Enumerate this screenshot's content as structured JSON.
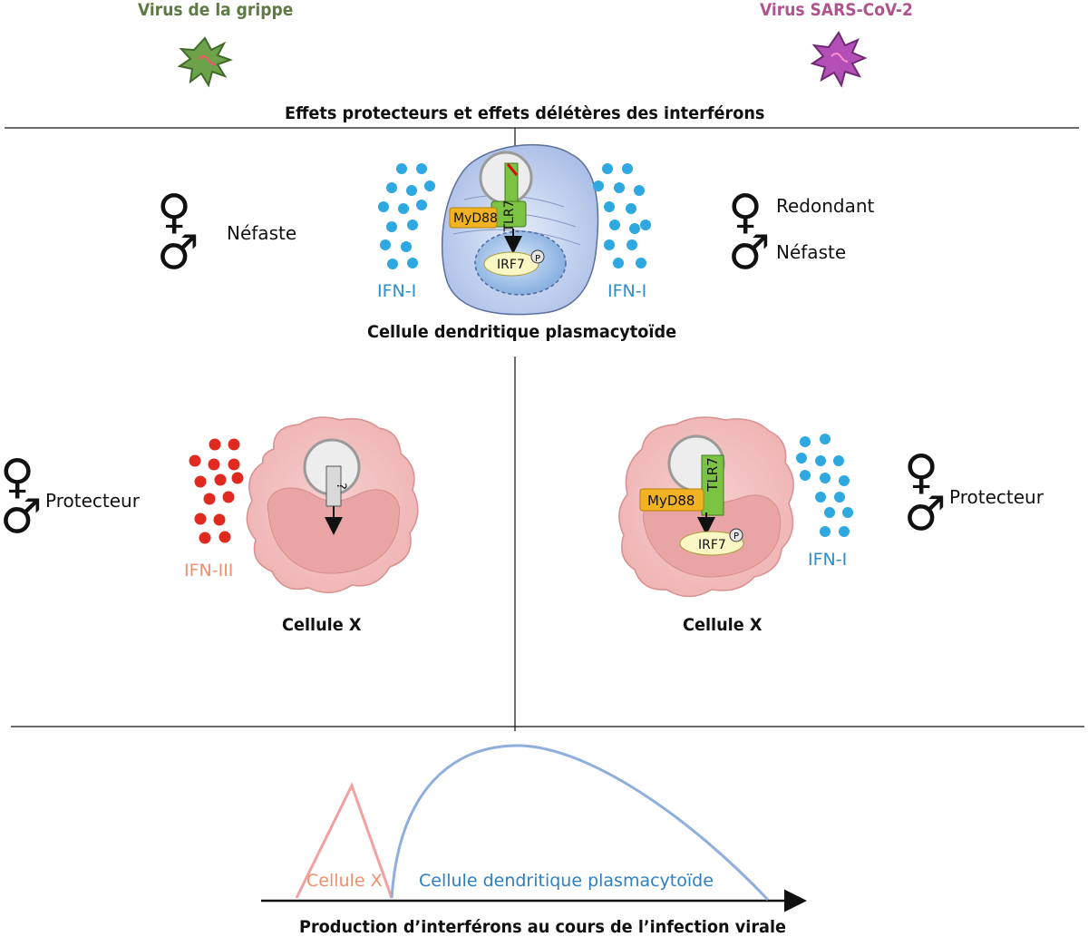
{
  "header": {
    "virus_left": "Virus de la grippe",
    "virus_right": "Virus SARS-CoV-2",
    "virus_left_color": "#5e7a43",
    "virus_right_color": "#b0548f",
    "title": "Effets protecteurs et effets délétères des interférons"
  },
  "symbols": {
    "female": "♀",
    "male": "♂"
  },
  "pdc_panel": {
    "cell_title": "Cellule dendritique plasmacytoïde",
    "left_effect": "Néfaste",
    "right_effect_female": "Redondant",
    "right_effect_male": "Néfaste",
    "ifn_left": "IFN-I",
    "ifn_right": "IFN-I",
    "labels": {
      "myd88": "MyD88",
      "tlr7": "TLR7",
      "irf7": "IRF7",
      "phospho": "P"
    }
  },
  "flu_cell_panel": {
    "cell_title": "Cellule X",
    "effect": "Protecteur",
    "ifn": "IFN-III",
    "receptor_label": "?"
  },
  "sars_cell_panel": {
    "cell_title": "Cellule X",
    "effect": "Protecteur",
    "ifn": "IFN-I",
    "labels": {
      "myd88": "MyD88",
      "tlr7": "TLR7",
      "irf7": "IRF7",
      "phospho": "P"
    }
  },
  "timeline": {
    "title": "Production d’interférons au cours de l’infection virale",
    "curve_cell_x": "Cellule X",
    "curve_pdc": "Cellule dendritique plasmacytoïde",
    "colors": {
      "cell_x": "#f2a0a0",
      "pdc": "#8faedc",
      "ifn1_dots": "#2ea8e0",
      "ifn3_dots": "#e02a1f"
    }
  }
}
